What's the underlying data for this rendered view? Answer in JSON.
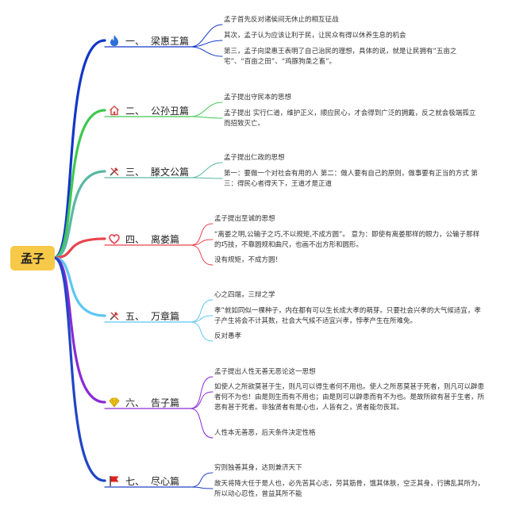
{
  "root": {
    "label": "孟子"
  },
  "branches": [
    {
      "num": "一、",
      "title": "梁惠王篇",
      "color": "#1236c9",
      "icon": "fire-icon",
      "leaves": [
        {
          "text": "孟子首先反对诸侯间无休止的相互征战"
        },
        {
          "text": "其次，孟子认为应该让利于民，让民众有得以休养生息的机会"
        },
        {
          "text": "第三，孟子向梁惠王表明了自己治民的理想，具体的说，就是让民拥有“五亩之宅”、“百亩之田”、“鸡豚狗彘之畜”。"
        }
      ]
    },
    {
      "num": "二、",
      "title": "公孙丑篇",
      "color": "#3ec84f",
      "icon": "home-icon",
      "leaves": [
        {
          "text": "孟子提出守民本的思想"
        },
        {
          "text": "孟子提出 实行仁道，维护正义，顺应民心，才会得到广泛的拥戴，反之就会极端孤立而招致灭亡。"
        }
      ]
    },
    {
      "num": "三、",
      "title": "滕文公篇",
      "color": "#5ab8a2",
      "icon": "tools-icon",
      "leaves": [
        {
          "text": "孟子提出仁政的思想"
        },
        {
          "text": "第一：要做一个对社会有用的人 第二：做人要有自己的原则，做事要有正当的方式 第三：得民心者得天下，王道才是正道"
        }
      ]
    },
    {
      "num": "四、",
      "title": "离娄篇",
      "color": "#e8444c",
      "icon": "heart-icon",
      "leaves": [
        {
          "text": "孟子提出至诚的思想"
        },
        {
          "text": "“离娄之明,公输子之巧,不以规矩,不成方圆”。 意为：即使有离娄那样的眼力，公输子那样的巧技，不靠圆规和曲尺，也画不出方形和圆形。"
        },
        {
          "text": "没有规矩，不成方圆！"
        }
      ]
    },
    {
      "num": "五、",
      "title": "万章篇",
      "color": "#5cc6f2",
      "icon": "tools-icon",
      "leaves": [
        {
          "text": "心之四端，三辩之学"
        },
        {
          "text": "孝”就如同似一棵种子，内在都有可以生长成大孝的萌芽。只要社会兴孝的大气候适宜，孝子产生将会不计其数，社会大气候不适宜兴孝，悖孝产生在所难免。"
        },
        {
          "text": "反对愚孝"
        }
      ]
    },
    {
      "num": "六、",
      "title": "告子篇",
      "color": "#8a2bd6",
      "icon": "diamond-icon",
      "leaves": [
        {
          "text": "孟子提出人性无善无恶论这一思想"
        },
        {
          "text": "如使人之所欲莫甚于生，则凡可以得生者何不用也。使人之所恶莫甚于死者，则凡可以辟患者何不为也！由是则生而有不用也；由是则可以辟患而有不为也。是故所欲有甚于生者，所恶有甚于死者。非独贤者有是心也，人皆有之，贤者能勿丧耳。"
        },
        {
          "text": "人性本无善恶，后天条件决定性格"
        }
      ]
    },
    {
      "num": "七、",
      "title": "尽心篇",
      "color": "#2145c6",
      "icon": "flag-icon",
      "leaves": [
        {
          "text": "穷则独善其身，达则兼济天下"
        },
        {
          "text": "故天将降大任于是人也，必先苦其心志，劳其筋骨，饿其体肤，空乏其身，行拂乱其所为，所以动心忍性，曾益其所不能"
        }
      ]
    }
  ],
  "icon_colors": {
    "fire": "#2b6fd8",
    "home": "#d94a4a",
    "tools": "#d23b3b",
    "heart": "#e03a4a",
    "diamond": "#f0c419",
    "flag": "#e02020"
  }
}
